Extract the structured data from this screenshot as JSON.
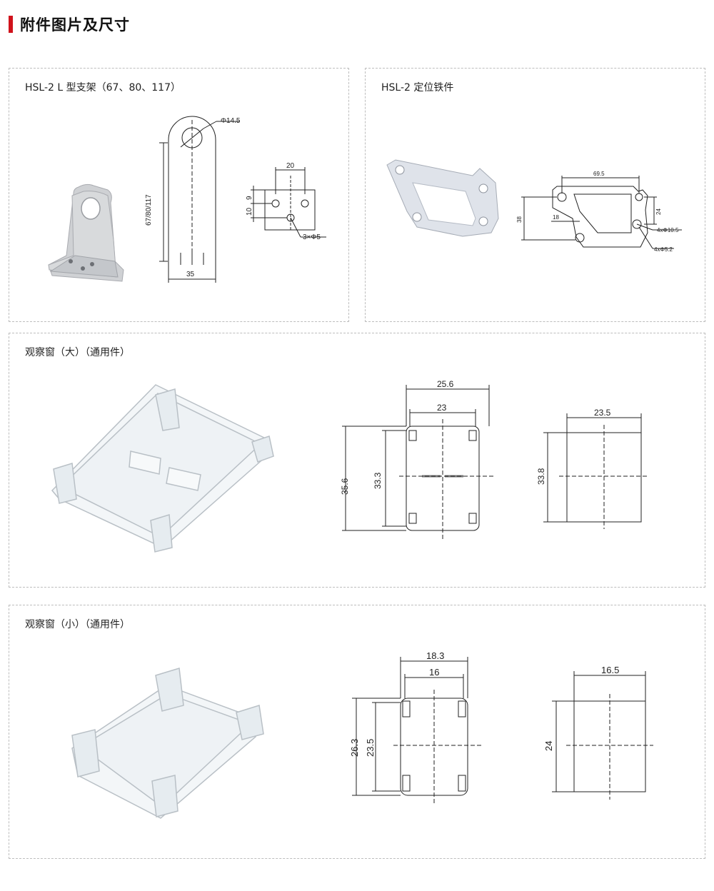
{
  "header": {
    "title": "附件图片及尺寸",
    "accent_color": "#d0121b"
  },
  "panels": {
    "l_bracket": {
      "title": "HSL-2 L 型支架（67、80、117）",
      "dims": {
        "hole": "Φ14.5",
        "height": "67/80/117",
        "width": "35",
        "top_span": "20",
        "offset_9": "9",
        "offset_10": "10",
        "holes": "3×Φ5"
      }
    },
    "locating_iron": {
      "title": "HSL-2 定位铁件",
      "dims": {
        "width": "69.5",
        "height": "38",
        "inner": "18",
        "side": "24",
        "hole_large": "4xΦ10.5",
        "hole_small": "4xΦ5.2"
      }
    },
    "window_large": {
      "title": "观察窗（大）（通用件）",
      "dims": {
        "outer_width": "25.6",
        "inner_width": "23",
        "outer_height": "35.6",
        "inner_height": "33.3",
        "cut_width": "23.5",
        "cut_height": "33.8"
      }
    },
    "window_small": {
      "title": "观察窗（小）（通用件）",
      "dims": {
        "outer_width": "18.3",
        "inner_width": "16",
        "outer_height": "26.3",
        "inner_height": "23.5",
        "cut_width": "16.5",
        "cut_height": "24"
      }
    }
  }
}
